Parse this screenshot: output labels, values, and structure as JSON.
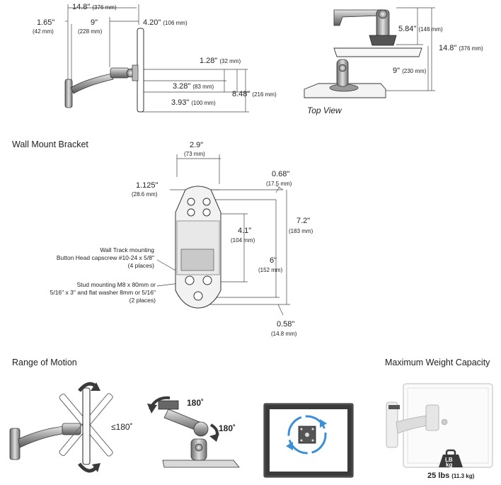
{
  "side_view": {
    "dims": [
      {
        "id": "depth",
        "in": "14.8\"",
        "mm": "(376 mm)"
      },
      {
        "id": "left-offset",
        "in": "1.65\"",
        "mm": "(42 mm)"
      },
      {
        "id": "arm",
        "in": "9\"",
        "mm": "(228 mm)"
      },
      {
        "id": "screen-depth",
        "in": "4.20\"",
        "mm": "(106 mm)"
      },
      {
        "id": "h1",
        "in": "1.28\"",
        "mm": "(32 mm)"
      },
      {
        "id": "h2",
        "in": "3.28\"",
        "mm": "(83 mm)"
      },
      {
        "id": "h3",
        "in": "3.93\"",
        "mm": "(100 mm)"
      },
      {
        "id": "total-height",
        "in": "8.48\"",
        "mm": "(216 mm)"
      }
    ]
  },
  "top_view": {
    "caption": "Top View",
    "dims": [
      {
        "id": "arm-reach",
        "in": "5.84\"",
        "mm": "(148 mm)"
      },
      {
        "id": "total-reach",
        "in": "14.8\"",
        "mm": "(376 mm)"
      },
      {
        "id": "base",
        "in": "9\"",
        "mm": "(230 mm)"
      }
    ]
  },
  "bracket": {
    "title": "Wall Mount Bracket",
    "dims": [
      {
        "id": "width",
        "in": "2.9\"",
        "mm": "(73 mm)"
      },
      {
        "id": "hole-offset",
        "in": "1.125\"",
        "mm": "(28.6 mm)"
      },
      {
        "id": "top-edge",
        "in": "0.68\"",
        "mm": "(17.5 mm)"
      },
      {
        "id": "upper-span",
        "in": "4.1\"",
        "mm": "(104 mm)"
      },
      {
        "id": "height",
        "in": "7.2\"",
        "mm": "(183 mm)"
      },
      {
        "id": "hole-span",
        "in": "6\"",
        "mm": "(152 mm)"
      },
      {
        "id": "bottom-edge",
        "in": "0.58\"",
        "mm": "(14.8 mm)"
      }
    ],
    "note_track": [
      "Wall Track mounting",
      "Button Head capscrew #10-24 x 5/8\"",
      "(4 places)"
    ],
    "note_stud": [
      "Stud mounting M8 x 80mm or",
      "5/16\" x 3\" and flat washer 8mm or 5/16\"",
      "(2 places)"
    ]
  },
  "motion": {
    "title": "Range of Motion",
    "tilt": "≤180˚",
    "swivel_top": "180˚",
    "swivel_side": "180˚"
  },
  "capacity": {
    "title": "Maximum Weight Capacity",
    "weight_lb": "25 lbs",
    "weight_kg": "(11.3 kg)",
    "badge_top": "LB",
    "badge_bottom": "kg"
  },
  "colors": {
    "line": "#333333",
    "metal": "#9a9a9a",
    "dark": "#3a3a3a",
    "arrow": "#3a8fd6"
  }
}
